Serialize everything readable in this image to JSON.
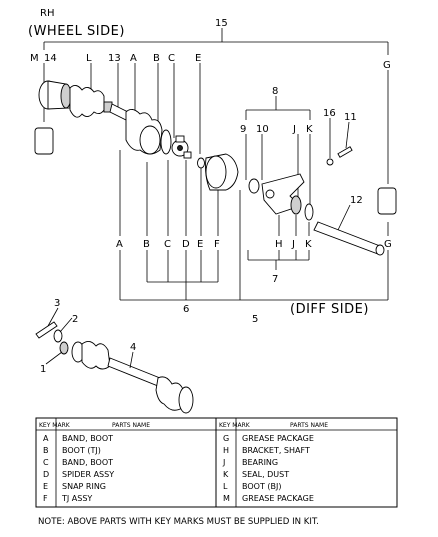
{
  "header": {
    "side_code": "RH",
    "wheel_side": "(WHEEL SIDE)",
    "diff_side": "(DIFF SIDE)"
  },
  "callouts": {
    "top_M": "M",
    "top_14": "14",
    "top_L": "L",
    "top_13": "13",
    "top_A": "A",
    "top_B": "B",
    "top_C": "C",
    "top_E": "E",
    "top_15": "15",
    "top_G": "G",
    "top_8": "8",
    "top_9": "9",
    "top_10": "10",
    "top_J": "J",
    "top_K": "K",
    "top_16": "16",
    "top_11": "11",
    "right_12": "12",
    "low_A": "A",
    "low_B": "B",
    "low_C": "C",
    "low_D": "D",
    "low_E": "E",
    "low_F": "F",
    "low_H": "H",
    "low_J": "J",
    "low_K": "K",
    "low_G": "G",
    "num_7": "7",
    "num_6": "6",
    "num_5": "5",
    "num_3": "3",
    "num_2": "2",
    "num_1": "1",
    "num_4": "4"
  },
  "table": {
    "col_key": "KEY MARK",
    "col_parts": "PARTS NAME",
    "left_rows": [
      {
        "key": "A",
        "name": "BAND, BOOT"
      },
      {
        "key": "B",
        "name": "BOOT (TJ)"
      },
      {
        "key": "C",
        "name": "BAND, BOOT"
      },
      {
        "key": "D",
        "name": "SPIDER ASSY"
      },
      {
        "key": "E",
        "name": "SNAP RING"
      },
      {
        "key": "F",
        "name": "TJ ASSY"
      }
    ],
    "right_rows": [
      {
        "key": "G",
        "name": "GREASE PACKAGE"
      },
      {
        "key": "H",
        "name": "BRACKET, SHAFT"
      },
      {
        "key": "J",
        "name": "BEARING"
      },
      {
        "key": "K",
        "name": "SEAL, DUST"
      },
      {
        "key": "L",
        "name": "BOOT (BJ)"
      },
      {
        "key": "M",
        "name": "GREASE PACKAGE"
      }
    ]
  },
  "note": "NOTE: ABOVE PARTS WITH KEY MARKS MUST BE SUPPLIED IN KIT."
}
